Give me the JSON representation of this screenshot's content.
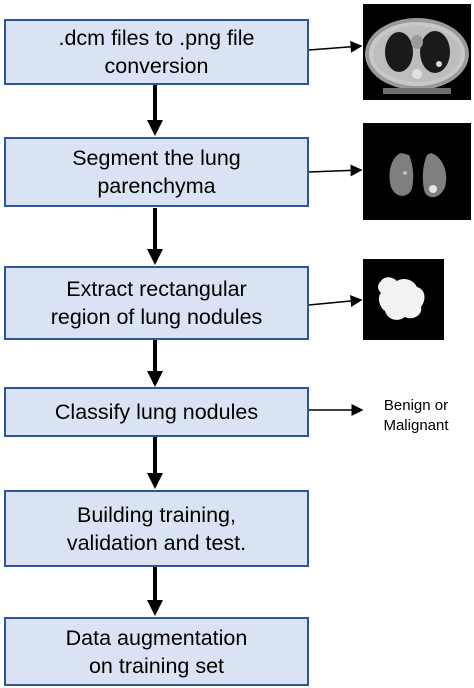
{
  "steps": [
    {
      "line1": ".dcm files to .png file",
      "line2": "conversion"
    },
    {
      "line1": "Segment the lung",
      "line2": "parenchyma"
    },
    {
      "line1": "Extract rectangular",
      "line2": "region of lung nodules"
    },
    {
      "line1": "Classify lung nodules",
      "line2": ""
    },
    {
      "line1": "Building training,",
      "line2": "validation and test."
    },
    {
      "line1": "Data augmentation",
      "line2": "on training set"
    }
  ],
  "outputs": {
    "classification_line1": "Benign or",
    "classification_line2": "Malignant"
  },
  "images": [
    "ct-scan-slice-image",
    "segmented-lung-image",
    "nodule-region-image"
  ],
  "colors": {
    "box_fill": "#dae3f3",
    "box_border": "#2f5597",
    "arrow": "#000000"
  }
}
